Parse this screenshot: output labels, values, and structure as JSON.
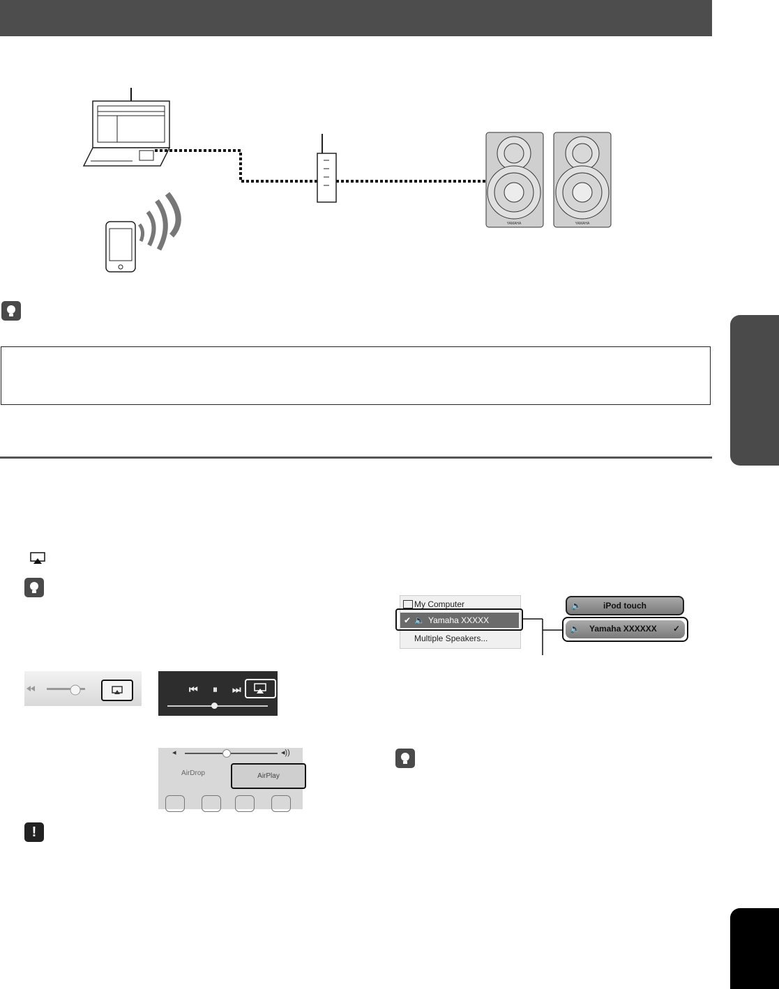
{
  "page": {
    "header_text": "",
    "note_box_text": ""
  },
  "screens": {
    "itunes_menu": {
      "items": [
        {
          "label": "My Computer",
          "checked": false
        },
        {
          "label": "Yamaha  XXXXX",
          "checked": true
        },
        {
          "label": "Multiple Speakers...",
          "checked": false
        }
      ]
    },
    "ios_menu": {
      "items": [
        {
          "label": "iPod touch",
          "checked": false
        },
        {
          "label": "Yamaha XXXXXX",
          "checked": true
        }
      ]
    },
    "control_center": {
      "airdrop_label": "AirDrop",
      "airplay_label": "AirPlay"
    },
    "logo_text": "YAMAHA"
  },
  "icons": [
    "tip-icon",
    "warning-icon",
    "airplay-icon",
    "speaker-icon",
    "play-icon",
    "pause-icon",
    "prev-icon",
    "next-icon",
    "volume-icon",
    "flashlight-icon",
    "timer-icon",
    "calculator-icon",
    "camera-icon"
  ],
  "colors": {
    "header": "#4d4d4d",
    "tab": "#4a4a4a",
    "highlight_row": "#6b6b6b"
  }
}
